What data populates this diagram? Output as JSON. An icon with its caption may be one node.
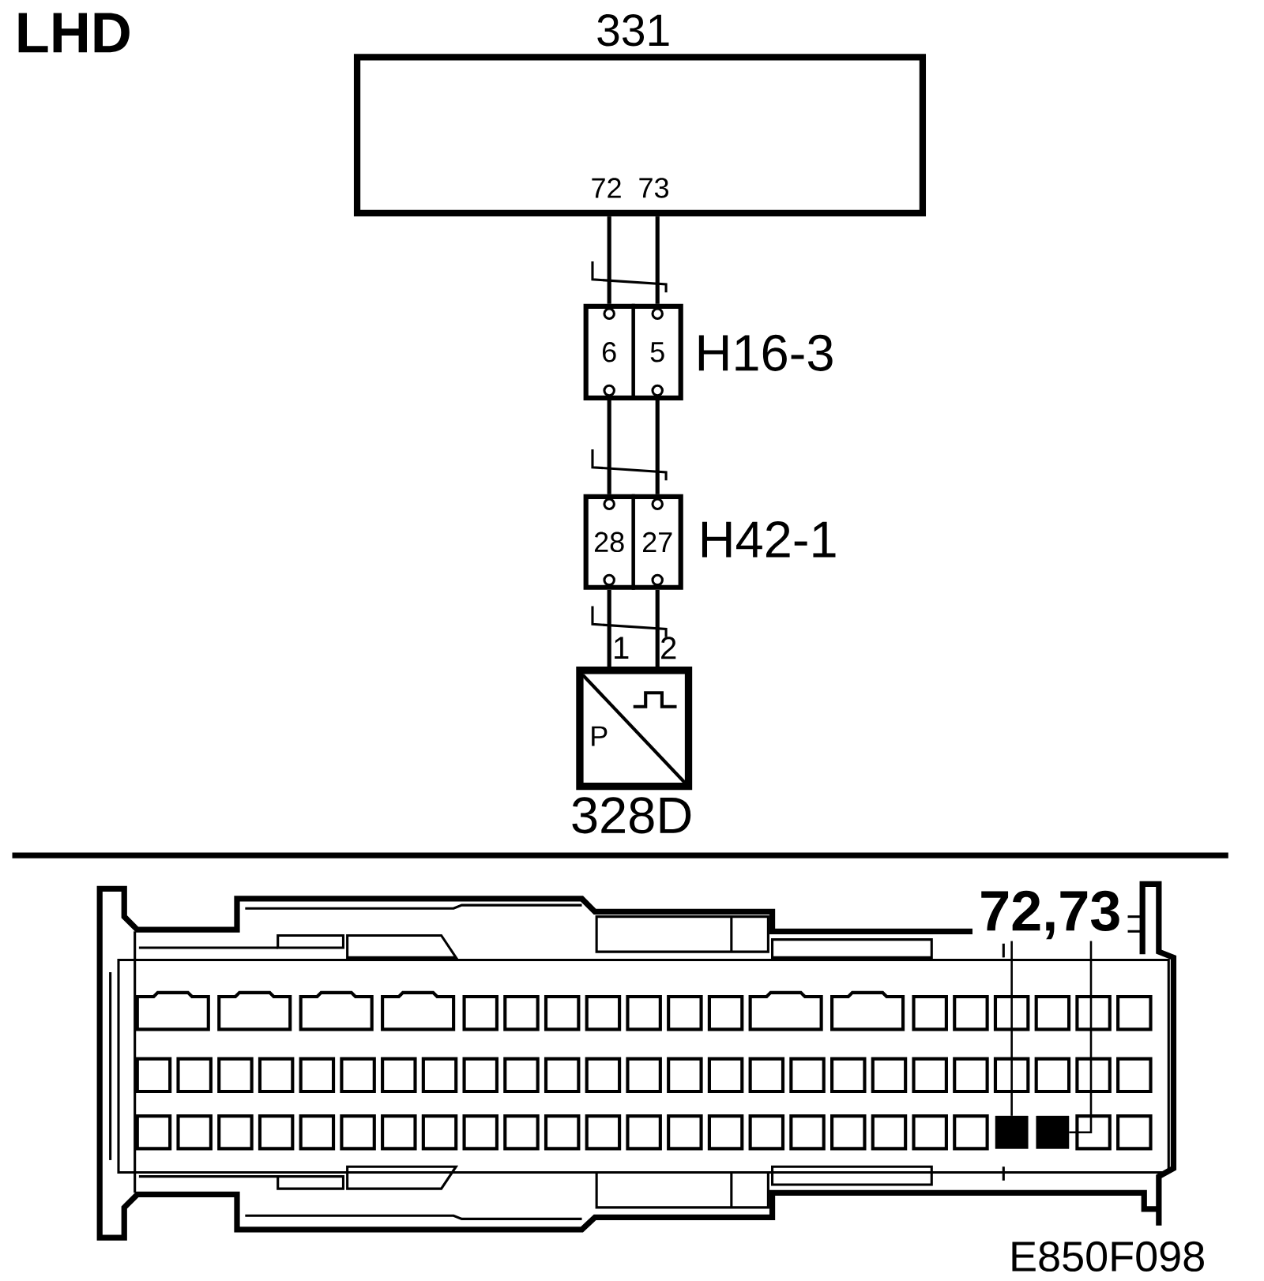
{
  "diagram": {
    "nodes": [
      {
        "text": [
          "331",
          "72",
          "73"
        ]
      },
      {
        "text": [
          "H16-3"
        ]
      },
      {
        "text": [
          "6"
        ],
        "in": 1
      },
      {
        "text": [
          "5"
        ],
        "in": 1
      },
      {
        "text": [
          "H42-1"
        ]
      },
      {
        "text": [
          "28"
        ],
        "in": 4
      },
      {
        "text": [
          "27"
        ],
        "in": 4
      },
      {
        "text": [
          "P",
          "328D"
        ],
        "beside": [
          "1",
          "2"
        ]
      },
      {
        "text": [
          "72,73"
        ]
      },
      {
        "text": [],
        "shape": "box"
      },
      {
        "text": [],
        "shape": "box"
      }
    ],
    "edges": [
      {
        "from": 0,
        "to": 2,
        "arrow": "none"
      },
      {
        "from": 0,
        "to": 3,
        "arrow": "none"
      },
      {
        "from": 2,
        "to": 5,
        "arrow": "none"
      },
      {
        "from": 3,
        "to": 6,
        "arrow": "none"
      },
      {
        "from": 5,
        "to": 7,
        "arrow": "none"
      },
      {
        "from": 6,
        "to": 7,
        "arrow": "none"
      },
      {
        "from": 8,
        "to": 9,
        "arrow": "none"
      },
      {
        "from": 8,
        "to": 10,
        "arrow": "none"
      }
    ],
    "labels": [
      "LHD",
      "E850F098"
    ]
  }
}
